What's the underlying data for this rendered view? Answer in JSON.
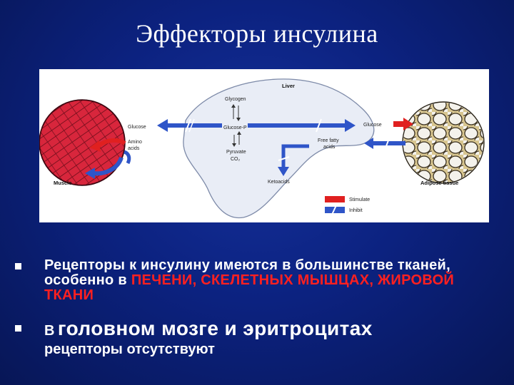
{
  "slide": {
    "title": "Эффекторы инсулина"
  },
  "figure": {
    "labels": {
      "liver": "Liver",
      "glycogen": "Glycogen",
      "glucose_p": "Glucose-P",
      "pyruvate": "Pyruvate",
      "co2": "CO₂",
      "ketoacids": "Ketoacids",
      "free_fatty_acids_1": "Free fatty",
      "free_fatty_acids_2": "acids",
      "glucose_left": "Glucose",
      "glucose_right": "Glucose",
      "amino_acids_1": "Amino",
      "amino_acids_2": "acids",
      "muscle": "Muscle",
      "adipose": "Adipose tissue"
    },
    "legend": [
      {
        "label": "Stimulate",
        "color": "#e02020"
      },
      {
        "label": "Inhibit",
        "color": "#2f55c8"
      }
    ]
  },
  "bullets": {
    "b1_text": "Рецепторы к инсулину имеются в большинстве тканей, особенно в ",
    "b1_highlight": "ПЕЧЕНИ, СКЕЛЕТНЫХ МЫШЦАХ, ЖИРОВОЙ ТКАНИ",
    "b2_prefix": "В",
    "b2_big": "головном мозге и эритроцитах",
    "b2_line2": "рецепторы отсутствуют"
  }
}
